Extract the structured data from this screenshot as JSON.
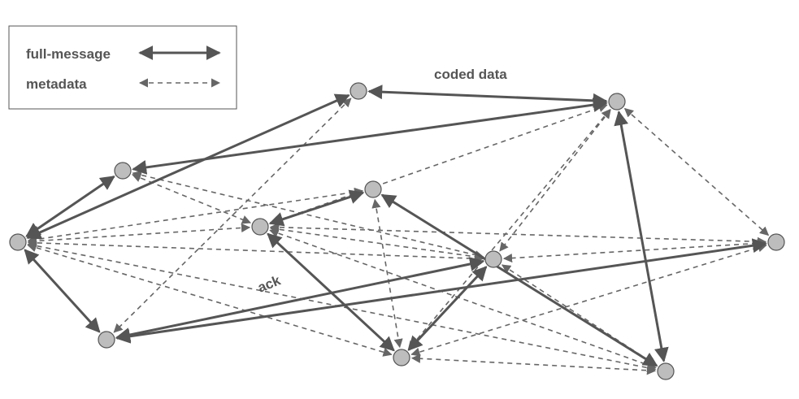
{
  "legend": {
    "full_label": "full-message",
    "meta_label": "metadata"
  },
  "annotations": {
    "coded_data": "coded data",
    "ack": "ack"
  },
  "colors": {
    "node_fill": "#bdbdbd",
    "edge": "#555555"
  },
  "graph": {
    "nodes": [
      "a",
      "b",
      "c",
      "d",
      "e",
      "f",
      "g",
      "h",
      "i",
      "j",
      "k"
    ],
    "full_edges": [
      [
        "a",
        "b"
      ],
      [
        "c",
        "b"
      ],
      [
        "c",
        "f"
      ],
      [
        "a",
        "f"
      ],
      [
        "d",
        "e"
      ],
      [
        "f",
        "i"
      ],
      [
        "b",
        "k"
      ],
      [
        "e",
        "j"
      ],
      [
        "g",
        "i"
      ],
      [
        "g",
        "j"
      ],
      [
        "d",
        "k"
      ],
      [
        "h",
        "i"
      ]
    ],
    "meta_edges": [
      [
        "b",
        "e"
      ],
      [
        "c",
        "e"
      ],
      [
        "d",
        "f"
      ],
      [
        "e",
        "f"
      ],
      [
        "e",
        "h"
      ],
      [
        "f",
        "i"
      ],
      [
        "f",
        "j"
      ],
      [
        "a",
        "i"
      ],
      [
        "c",
        "g"
      ],
      [
        "b",
        "h"
      ],
      [
        "b",
        "g"
      ],
      [
        "f",
        "k"
      ],
      [
        "e",
        "k"
      ],
      [
        "f",
        "g"
      ],
      [
        "h",
        "g"
      ],
      [
        "d",
        "j"
      ],
      [
        "h",
        "j"
      ],
      [
        "k",
        "j"
      ],
      [
        "g",
        "k"
      ],
      [
        "e",
        "g"
      ],
      [
        "b",
        "j"
      ]
    ]
  }
}
